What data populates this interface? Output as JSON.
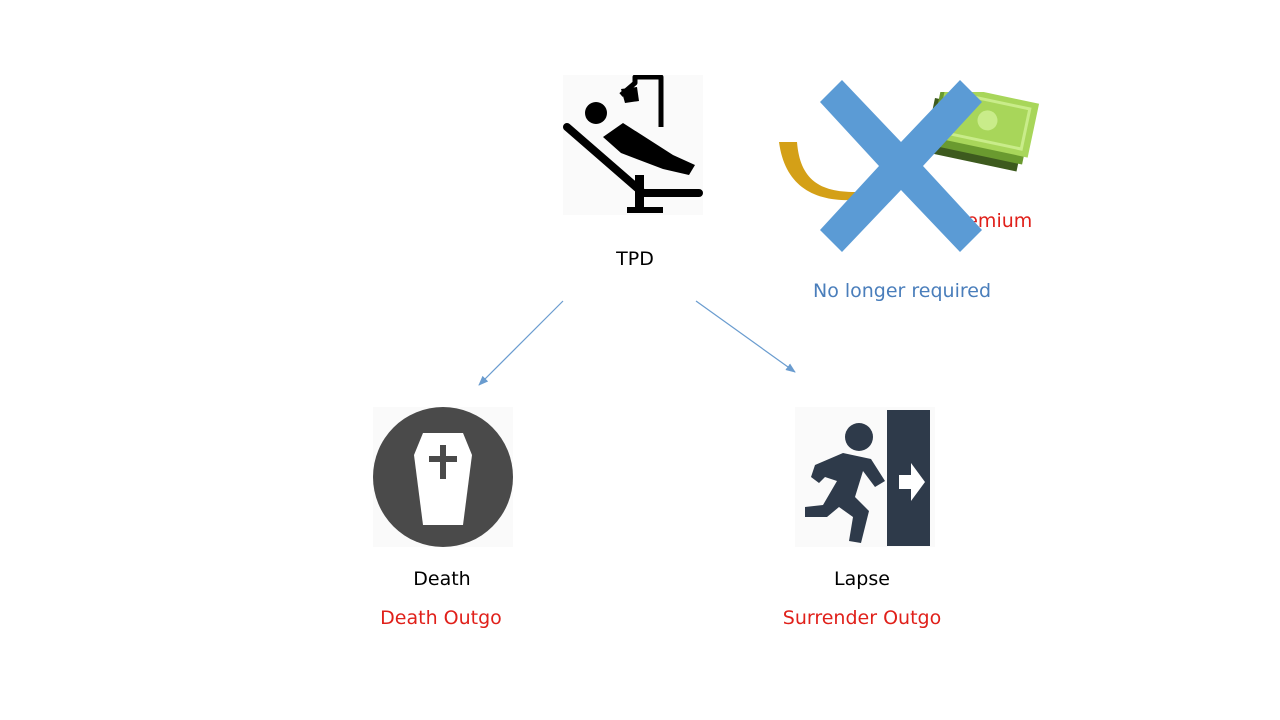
{
  "nodes": {
    "tpd": {
      "label": "TPD",
      "icon": "reclining-chair-icon"
    },
    "death": {
      "label": "Death",
      "outgo": "Death Outgo",
      "icon": "coffin-icon"
    },
    "lapse": {
      "label": "Lapse",
      "outgo": "Surrender Outgo",
      "icon": "exit-running-icon"
    }
  },
  "premium": {
    "label": "Premium",
    "status": "No longer required",
    "icon": "money-hand-icon",
    "overlay_icon": "cross-icon"
  },
  "colors": {
    "text": "#000000",
    "outgo": "#e0201a",
    "note": "#4a7ebb",
    "arrow": "#6a9ccf",
    "cross": "#5b9bd5",
    "dark_icon": "#4a4a4a",
    "exit_icon": "#2e3a4a"
  }
}
